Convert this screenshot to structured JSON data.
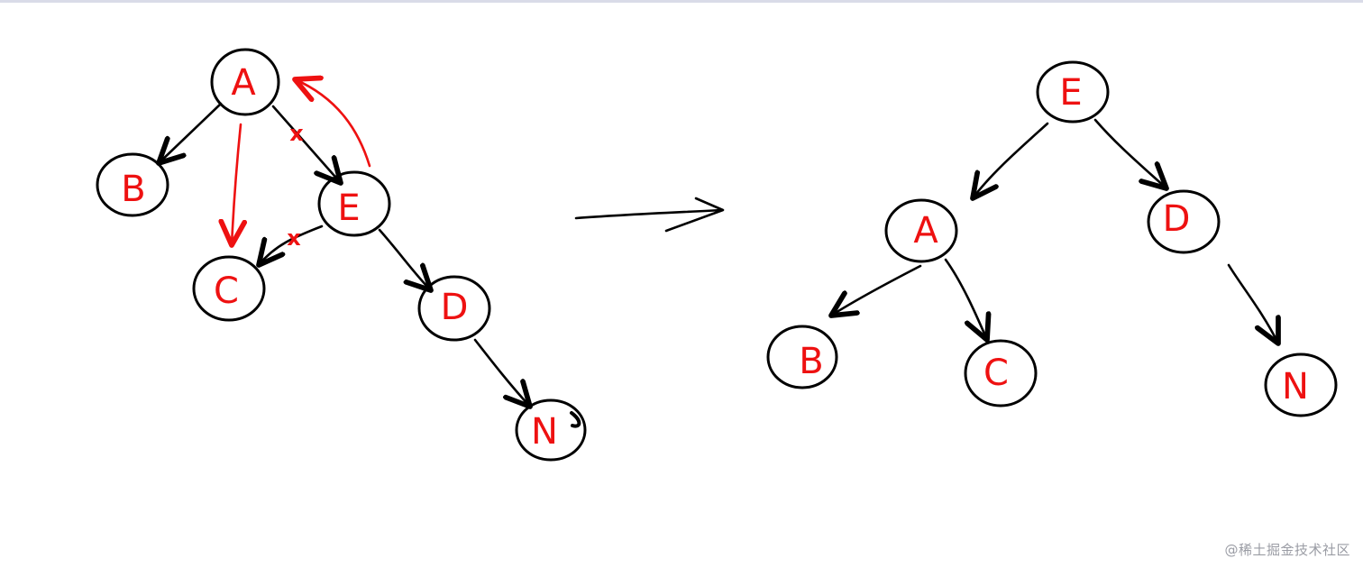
{
  "before": {
    "nodes": {
      "a": "A",
      "b": "B",
      "e": "E",
      "c": "C",
      "d": "D",
      "n": "N"
    },
    "crossed_edge_marks": [
      "x",
      "x"
    ]
  },
  "after": {
    "nodes": {
      "e": "E",
      "a": "A",
      "d": "D",
      "b": "B",
      "c": "C",
      "n": "N"
    }
  },
  "watermark": "@稀土掘金技术社区",
  "colors": {
    "node_outline": "#000000",
    "node_label": "#ee1111",
    "annotation": "#ee1111",
    "watermark": "#9a9ca4"
  }
}
